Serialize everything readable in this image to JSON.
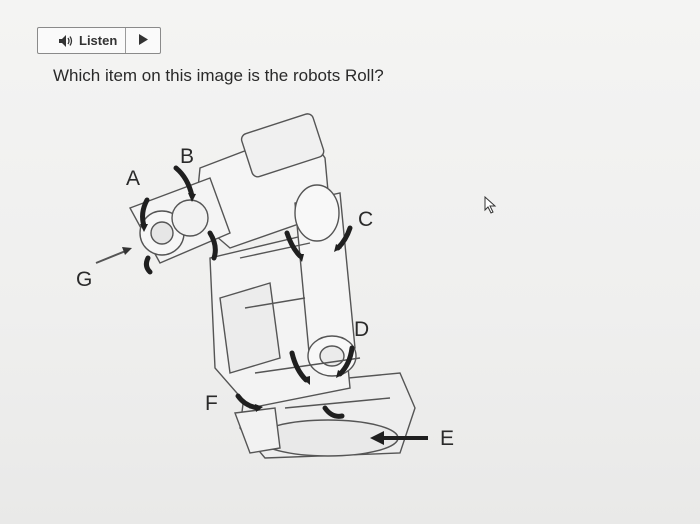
{
  "toolbar": {
    "listen_label": "Listen",
    "speaker_icon": "speaker-icon",
    "play_icon": "play-icon"
  },
  "question": {
    "text": "Which item on this image is the robots Roll?"
  },
  "figure": {
    "labels": {
      "a": "A",
      "b": "B",
      "c": "C",
      "d": "D",
      "e": "E",
      "f": "F",
      "g": "G"
    }
  },
  "colors": {
    "text": "#2a2a2a",
    "arrow": "#1f1f1f",
    "line": "#555555"
  }
}
